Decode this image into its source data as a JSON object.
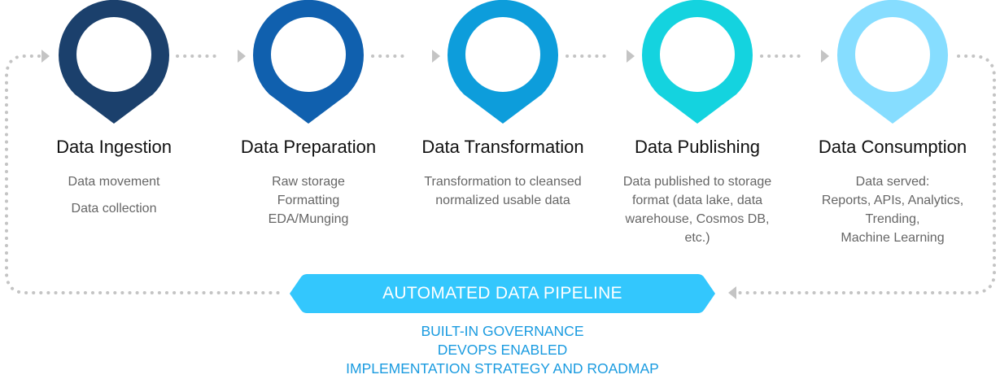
{
  "stages": [
    {
      "title": "Data Ingestion",
      "lines": [
        "Data movement",
        "Data collection"
      ],
      "color": "#1b406c"
    },
    {
      "title": "Data Preparation",
      "lines": [
        "Raw storage",
        "Formatting",
        "EDA/Munging"
      ],
      "color": "#1060ae"
    },
    {
      "title": "Data Transformation",
      "lines": [
        "Transformation to cleansed",
        "normalized usable data"
      ],
      "color": "#0d9ddb"
    },
    {
      "title": "Data Publishing",
      "lines": [
        "Data published to storage",
        "format (data lake, data",
        "warehouse, Cosmos DB,",
        "etc.)"
      ],
      "color": "#14d3df"
    },
    {
      "title": "Data Consumption",
      "lines": [
        "Data served:",
        "Reports, APIs, Analytics,",
        "Trending,",
        "Machine Learning"
      ],
      "color": "#86ddff"
    }
  ],
  "banner": {
    "label": "AUTOMATED DATA PIPELINE",
    "color": "#33c7fd"
  },
  "features": [
    "BUILT-IN GOVERNANCE",
    "DEVOPS ENABLED",
    "IMPLEMENTATION STRATEGY AND ROADMAP"
  ]
}
